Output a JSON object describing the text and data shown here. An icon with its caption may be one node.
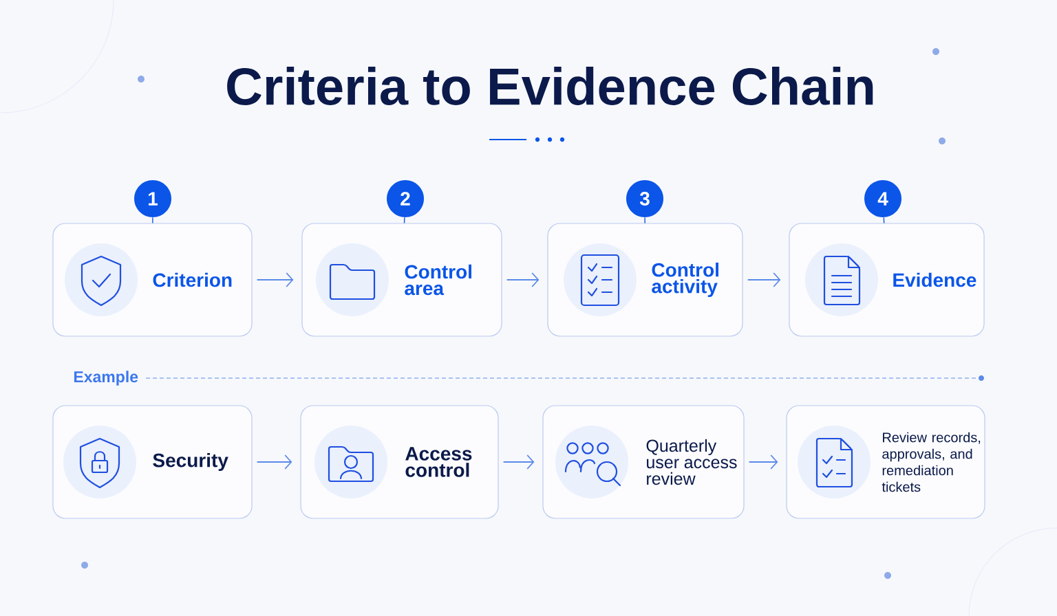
{
  "diagram": {
    "title": "Criteria to Evidence Chain",
    "nodes": [
      {
        "text": [
          "1"
        ]
      },
      {
        "text": [
          "2"
        ]
      },
      {
        "text": [
          "3"
        ]
      },
      {
        "text": [
          "4"
        ]
      },
      {
        "text": [
          "Criterion"
        ]
      },
      {
        "text": [
          "Control area"
        ]
      },
      {
        "text": [
          "Control activity"
        ]
      },
      {
        "text": [
          "Evidence"
        ]
      },
      {
        "text": [
          "Security"
        ]
      },
      {
        "text": [
          "Access control"
        ]
      },
      {
        "text": [
          "Quarterly user access review"
        ]
      },
      {
        "text": [
          "Review records, approvals, and remediation tickets"
        ]
      }
    ],
    "edges": [
      {
        "from": 0,
        "to": 4,
        "arrow": "none"
      },
      {
        "from": 1,
        "to": 5,
        "arrow": "none"
      },
      {
        "from": 2,
        "to": 6,
        "arrow": "none"
      },
      {
        "from": 3,
        "to": 7,
        "arrow": "none"
      },
      {
        "from": 4,
        "to": 5,
        "arrow": "to"
      },
      {
        "from": 5,
        "to": 6,
        "arrow": "to"
      },
      {
        "from": 6,
        "to": 7,
        "arrow": "to"
      },
      {
        "from": 8,
        "to": 9,
        "arrow": "to"
      },
      {
        "from": 9,
        "to": 10,
        "arrow": "to"
      },
      {
        "from": 10,
        "to": 11,
        "arrow": "to"
      }
    ],
    "labels": [
      "Example"
    ]
  }
}
